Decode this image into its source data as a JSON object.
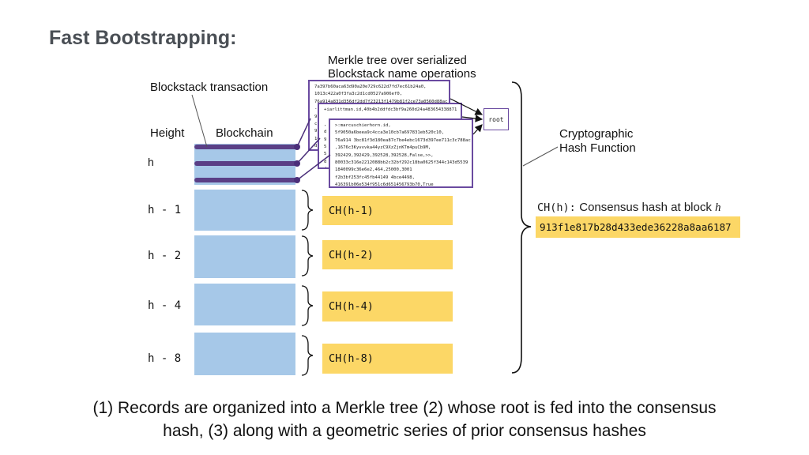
{
  "title": "Fast Bootstrapping:",
  "labels": {
    "merkle_tree_line1": "Merkle tree over serialized",
    "merkle_tree_line2": "Blockstack name operations",
    "blockstack_transaction": "Blockstack transaction",
    "height": "Height",
    "blockchain": "Blockchain",
    "crypto_line1": "Cryptographic",
    "crypto_line2": "Hash Function",
    "root": "root",
    "ch_prefix": "CH(h):",
    "consensus_text": "Consensus hash at block ",
    "consensus_var": "h"
  },
  "heights": [
    "h",
    "h - 1",
    "h - 2",
    "h - 4",
    "h - 8"
  ],
  "prior_hashes": [
    "CH(h-1)",
    "CH(h-2)",
    "CH(h-4)",
    "CH(h-8)"
  ],
  "consensus_hash": "913f1e817b28d433ede36228a8aa6187",
  "cards": {
    "back": "7a397b60aca63d90a20e729c622d7fd7ec61b24a0,\n1013c422a0f3fa3c2d1cd0527a906ef0,\n76a914a831d356df2dd7f23213f1479b81f2ce73a0560d88ac\n-\n9\nc\n9\n10\nd",
    "middle": "+iarlittman.id,40b4b2ddfdc3bf9a260d24a483654338871\n\n,\nd\n9\n5\n5\nd\nd\n",
    "front": ">:marcuschierhorn.id,\n5f9050a6beea9c4cca3e10cb7a697831eb520c10,\n76a914 3bc81f3d180ea87c7be4ebc1673d397ee711c3c788ac\n,1676c3Kyvvvka44yzC9XzZjnKTm4puCb9M,\n392429,392429,392528,392528,False,>>,\n80033c316e2212088bb2c32bf292c18ba0625f344c143d5539\n1840099c36e6e2,464,25000,3001\nf2b3bf253fc45fb44149 4bce4498,\n416391b06e534f951c6d651456793b70,True"
  },
  "caption_line1": "(1) Records are organized into a Merkle tree (2) whose root is fed into the consensus",
  "caption_line2": "hash, (3) along with a geometric series of prior consensus hashes",
  "colors": {
    "block": "#a6c8e8",
    "hash_fill": "#fcd766",
    "transaction": "#5a3f86",
    "card_border": "#6a4aa0",
    "title": "#4a4f55"
  }
}
